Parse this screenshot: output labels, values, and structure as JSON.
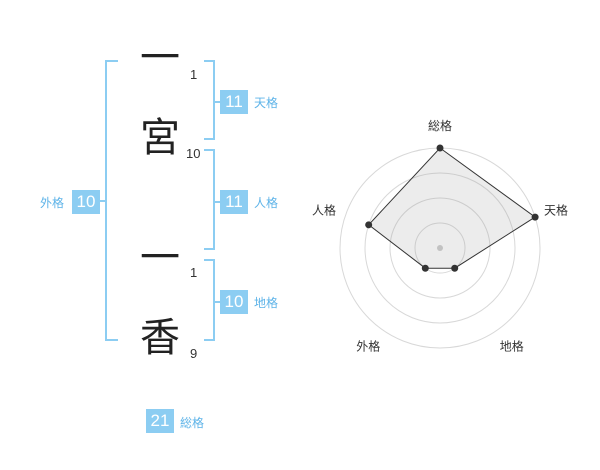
{
  "name_chars": [
    {
      "char": "一",
      "strokes": "1"
    },
    {
      "char": "宮",
      "strokes": "10"
    },
    {
      "char": "一",
      "strokes": "1"
    },
    {
      "char": "香",
      "strokes": "9"
    }
  ],
  "fortunes": {
    "tenkaku": {
      "value": "11",
      "label": "天格"
    },
    "jinkaku": {
      "value": "11",
      "label": "人格"
    },
    "chikaku": {
      "value": "10",
      "label": "地格"
    },
    "gaikaku": {
      "value": "10",
      "label": "外格"
    },
    "soukaku": {
      "value": "21",
      "label": "総格"
    }
  },
  "colors": {
    "accent": "#8ccdf2",
    "label": "#5db3e8",
    "bracket": "#8ccdf2"
  },
  "chart_data": {
    "type": "radar",
    "axes": [
      "総格",
      "天格",
      "地格",
      "外格",
      "人格"
    ],
    "values": [
      4,
      4,
      1,
      1,
      3
    ],
    "max": 4,
    "rings": 4
  }
}
